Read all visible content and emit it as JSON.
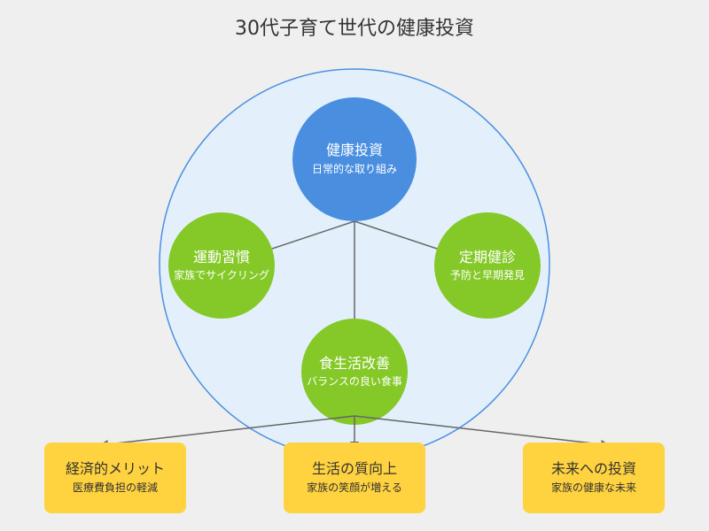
{
  "title": "30代子育て世代の健康投資",
  "colors": {
    "background": "#efefef",
    "outer_circle_fill": "#e3f0fb",
    "outer_circle_stroke": "#4a90e2",
    "center_node": "#4a8ee0",
    "pillar_node": "#84c928",
    "benefit_box": "#ffd23f",
    "arrow": "#666666"
  },
  "center": {
    "title": "健康投資",
    "subtitle": "日常的な取り組み"
  },
  "pillars": [
    {
      "title": "運動習慣",
      "subtitle": "家族でサイクリング"
    },
    {
      "title": "定期健診",
      "subtitle": "予防と早期発見"
    },
    {
      "title": "食生活改善",
      "subtitle": "バランスの良い食事"
    }
  ],
  "benefits": [
    {
      "title": "経済的メリット",
      "subtitle": "医療費負担の軽減"
    },
    {
      "title": "生活の質向上",
      "subtitle": "家族の笑顔が増える"
    },
    {
      "title": "未来への投資",
      "subtitle": "家族の健康な未来"
    }
  ]
}
